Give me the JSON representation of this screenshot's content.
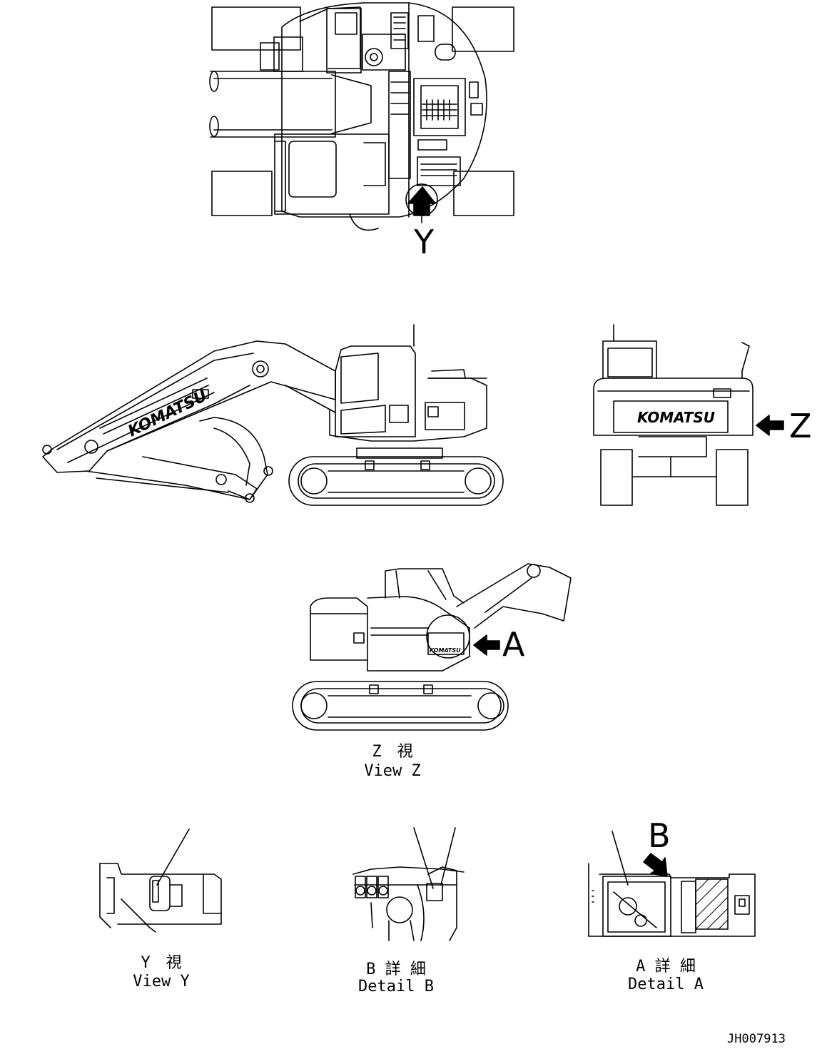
{
  "drawing": {
    "brand_text": "KOMATSU",
    "code": "JH007913",
    "callouts": {
      "top_view_y": "Y",
      "rear_view_z": "Z",
      "side_view_a": "A",
      "detail_b": "B"
    },
    "view_labels": {
      "view_z_jp": "Z　視",
      "view_z_en": "View Z",
      "view_y_jp": "Y　視",
      "view_y_en": "View Y",
      "detail_b_jp": "B 詳 細",
      "detail_b_en": "Detail B",
      "detail_a_jp": "A 詳 細",
      "detail_a_en": "Detail A"
    }
  }
}
